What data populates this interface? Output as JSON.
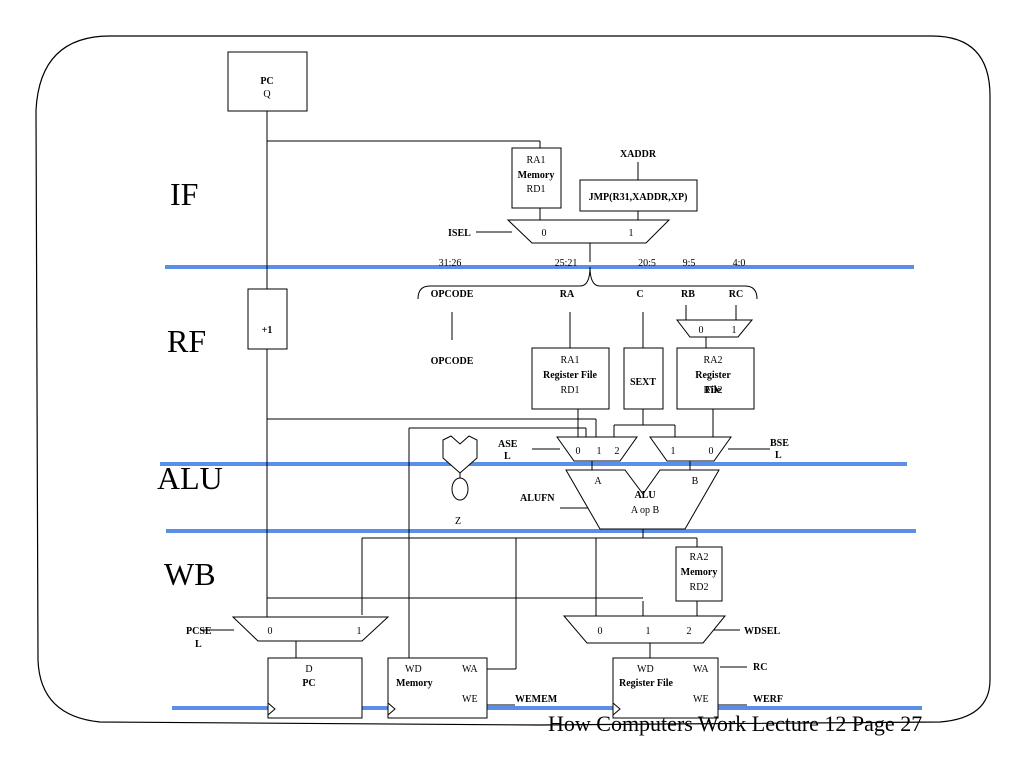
{
  "stages": {
    "if": "IF",
    "rf": "RF",
    "alu": "ALU",
    "wb": "WB"
  },
  "footer": "How Computers Work Lecture 12 Page 27",
  "colors": {
    "pipeline_line": "#5b8ee6",
    "wire": "#000000"
  },
  "pc_reg": {
    "line1": "PC",
    "line2": "Q"
  },
  "plus1": "+1",
  "imem": {
    "ra": "RA1",
    "name": "Memory",
    "rd": "RD1"
  },
  "xaddr": "XADDR",
  "jmp": "JMP(R31,XADDR,XP)",
  "isel": {
    "label": "ISEL",
    "in0": "0",
    "in1": "1"
  },
  "bits": {
    "b1": "31:26",
    "b2": "25:21",
    "b3": "20:5",
    "b4": "9:5",
    "b5": "4:0"
  },
  "fields": {
    "opcode": "OPCODE",
    "ra": "RA",
    "c": "C",
    "rb": "RB",
    "rc": "RC"
  },
  "opcode_out": "OPCODE",
  "rbmux": {
    "in0": "0",
    "in1": "1"
  },
  "rf1": {
    "ra": "RA1",
    "name": "Register File",
    "rd": "RD1"
  },
  "sext": "SEXT",
  "rf2": {
    "ra": "RA2",
    "name1": "Register",
    "name2": "File",
    "rd": "RD2"
  },
  "asel": {
    "label1": "ASE",
    "label2": "L",
    "in0": "0",
    "in1": "1",
    "in2": "2"
  },
  "bsel": {
    "label1": "BSE",
    "label2": "L",
    "in1": "1",
    "in0": "0"
  },
  "zdet": "Z",
  "alu": {
    "a": "A",
    "b": "B",
    "name": "ALU",
    "op": "A op B",
    "fn": "ALUFN"
  },
  "dmem_read": {
    "ra": "RA2",
    "name": "Memory",
    "rd": "RD2"
  },
  "pcsel": {
    "label1": "PCSE",
    "label2": "L",
    "in0": "0",
    "in1": "1"
  },
  "wdsel": {
    "label": "WDSEL",
    "in0": "0",
    "in1": "1",
    "in2": "2"
  },
  "pc_out": {
    "d": "D",
    "name": "PC"
  },
  "dmem": {
    "wd": "WD",
    "wa": "WA",
    "name": "Memory",
    "we": "WE",
    "wemem": "WEMEM"
  },
  "rfw": {
    "wd": "WD",
    "wa": "WA",
    "name": "Register File",
    "we": "WE",
    "rc": "RC",
    "werf": "WERF"
  }
}
